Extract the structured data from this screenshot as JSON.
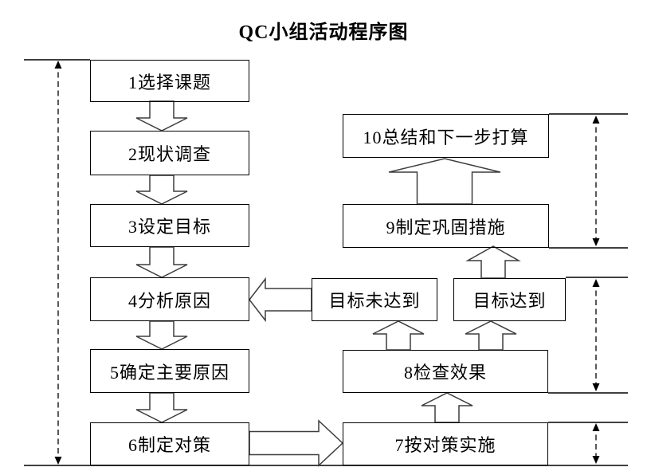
{
  "title": "QC小组活动程序图",
  "steps": {
    "step1": "1选择课题",
    "step2": "2现状调查",
    "step3": "3设定目标",
    "step4": "4分析原因",
    "step5": "5确定主要原因",
    "step6": "6制定对策",
    "step7": "7按对策实施",
    "step8": "8检查效果",
    "step9": "9制定巩固措施",
    "step10": "10总结和下一步打算"
  },
  "decisions": {
    "goal_not_met": "目标未达到",
    "goal_met": "目标达到"
  },
  "colors": {
    "background": "#ffffff",
    "line": "#000000",
    "arrow_outline": "#3d3d3d",
    "text": "#000000"
  }
}
